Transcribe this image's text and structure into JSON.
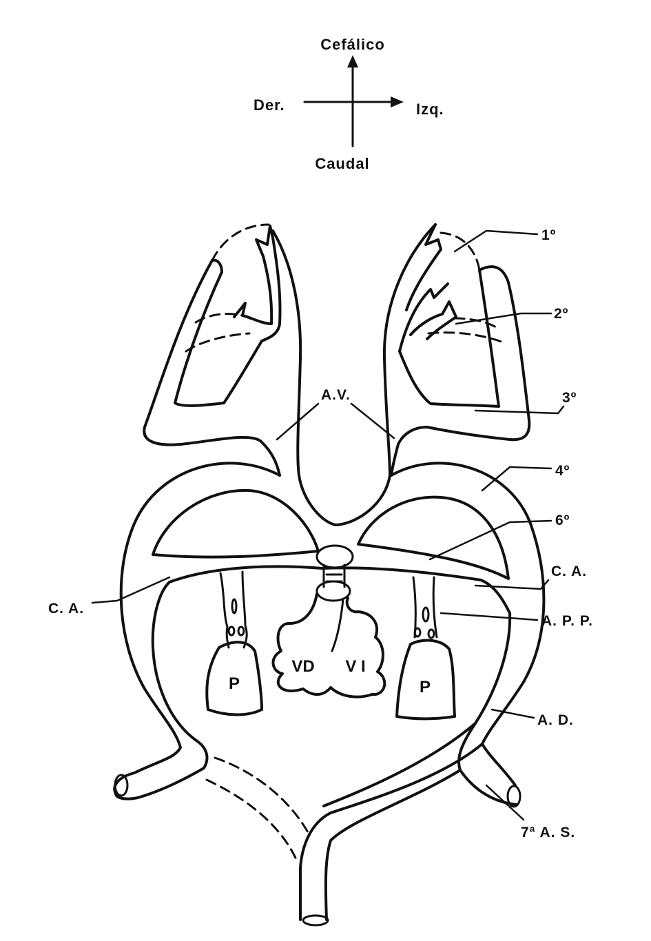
{
  "orientation": {
    "up": "Cefálico",
    "down": "Caudal",
    "left": "Der.",
    "right": "Izq."
  },
  "labels": {
    "arch_1": "1º",
    "arch_2": "2º",
    "arch_3": "3º",
    "arch_4": "4º",
    "arch_6": "6º",
    "ca_left": "C. A.",
    "ca_right": "C. A.",
    "av": "A.V.",
    "app": "A. P. P.",
    "ad": "A. D.",
    "as7": "7ª A. S.",
    "vd": "VD",
    "vi": "V I",
    "p_left": "P",
    "p_right": "P"
  }
}
